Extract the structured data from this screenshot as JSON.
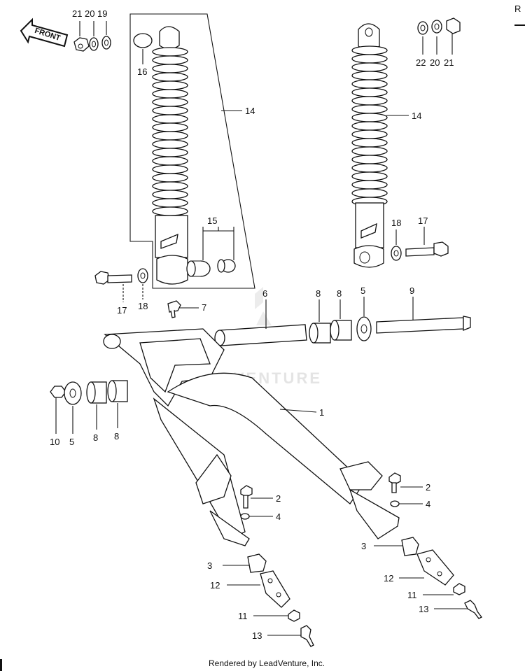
{
  "diagram": {
    "front_label": "FRONT",
    "watermark": "LEADVENTURE",
    "footer": "Rendered by LeadVenture, Inc.",
    "corner_text": "R",
    "callouts": [
      {
        "id": "c21a",
        "text": "21"
      },
      {
        "id": "c20a",
        "text": "20"
      },
      {
        "id": "c19a",
        "text": "19"
      },
      {
        "id": "c16",
        "text": "16"
      },
      {
        "id": "c14a",
        "text": "14"
      },
      {
        "id": "c15",
        "text": "15"
      },
      {
        "id": "c17a",
        "text": "17"
      },
      {
        "id": "c18a",
        "text": "18"
      },
      {
        "id": "c7",
        "text": "7"
      },
      {
        "id": "c6",
        "text": "6"
      },
      {
        "id": "c8a",
        "text": "8"
      },
      {
        "id": "c8b",
        "text": "8"
      },
      {
        "id": "c5a",
        "text": "5"
      },
      {
        "id": "c9",
        "text": "9"
      },
      {
        "id": "c22b",
        "text": "22"
      },
      {
        "id": "c20b",
        "text": "20"
      },
      {
        "id": "c21b",
        "text": "21"
      },
      {
        "id": "c14b",
        "text": "14"
      },
      {
        "id": "c18b",
        "text": "18"
      },
      {
        "id": "c17b",
        "text": "17"
      },
      {
        "id": "c1",
        "text": "1"
      },
      {
        "id": "c10",
        "text": "10"
      },
      {
        "id": "c5b",
        "text": "5"
      },
      {
        "id": "c8c",
        "text": "8"
      },
      {
        "id": "c8d",
        "text": "8"
      },
      {
        "id": "c2a",
        "text": "2"
      },
      {
        "id": "c4a",
        "text": "4"
      },
      {
        "id": "c3a",
        "text": "3"
      },
      {
        "id": "c12a",
        "text": "12"
      },
      {
        "id": "c11a",
        "text": "11"
      },
      {
        "id": "c13a",
        "text": "13"
      },
      {
        "id": "c2b",
        "text": "2"
      },
      {
        "id": "c4b",
        "text": "4"
      },
      {
        "id": "c3b",
        "text": "3"
      },
      {
        "id": "c12b",
        "text": "12"
      },
      {
        "id": "c11b",
        "text": "11"
      },
      {
        "id": "c13b",
        "text": "13"
      }
    ]
  }
}
